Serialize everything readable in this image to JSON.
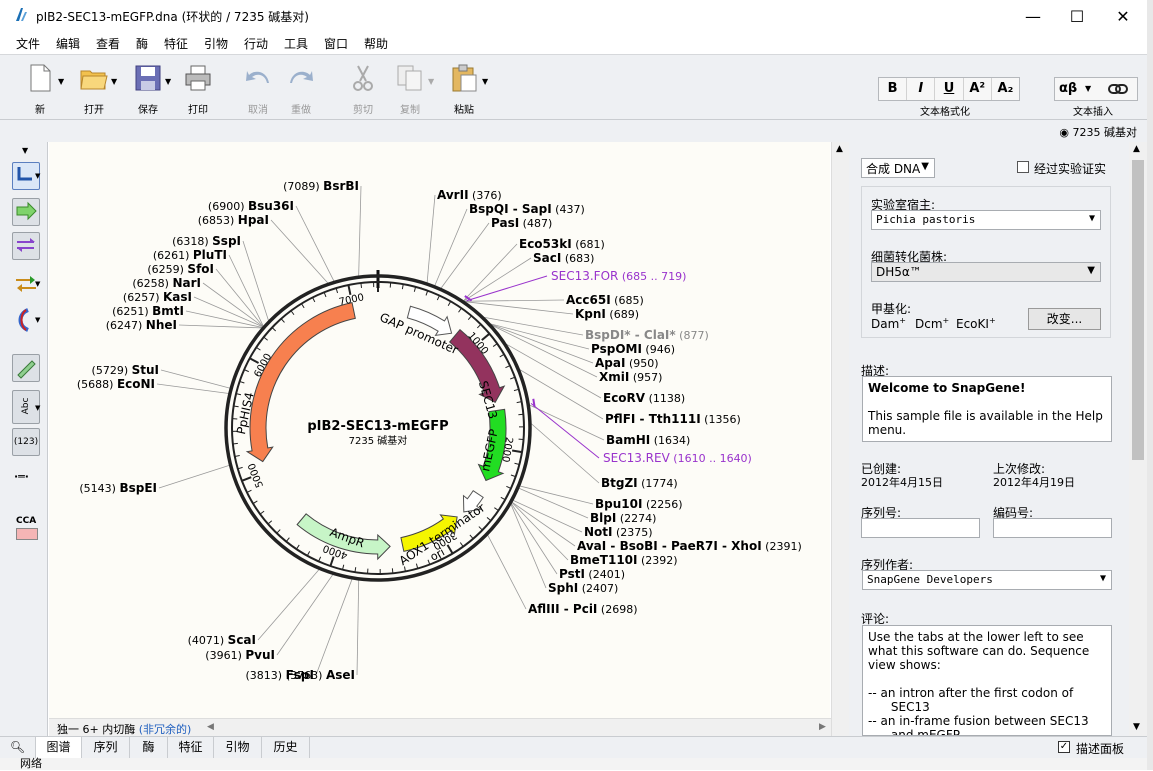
{
  "window": {
    "title": "pIB2-SEC13-mEGFP.dna  (环状的 / 7235 碱基对)",
    "minimize": "—",
    "maximize": "☐",
    "close": "✕"
  },
  "menu": [
    "文件",
    "编辑",
    "查看",
    "酶",
    "特征",
    "引物",
    "行动",
    "工具",
    "窗口",
    "帮助"
  ],
  "toolbar": {
    "new": "新",
    "open": "打开",
    "save": "保存",
    "print": "打印",
    "undo": "取消",
    "redo": "重做",
    "cut": "剪切",
    "copy": "复制",
    "paste": "粘贴",
    "format_buttons": [
      "B",
      "I",
      "U",
      "A²",
      "A₂"
    ],
    "format_label": "文本格式化",
    "symbol_button": "αβ",
    "symbol_label": "文本插入"
  },
  "info": {
    "bp": "7235 碱基对"
  },
  "left_tools": {
    "abc": "Abc",
    "count": "(123)",
    "cca": "CCA"
  },
  "map": {
    "name": "pIB2-SEC13-mEGFP",
    "length": "7235 碱基对",
    "ticks": [
      "1000",
      "2000",
      "3000",
      "4000",
      "5000",
      "6000",
      "7000"
    ],
    "features": {
      "gap": "GAP promoter",
      "sec13": "SEC13",
      "megfp": "mEGFP",
      "aox1": "AOX1 terminator",
      "ori": "ori",
      "ampr": "AmpR",
      "pphis4": "PpHIS4"
    },
    "sites": [
      {
        "name": "BsrBI",
        "pos": "(7089)",
        "side": "L"
      },
      {
        "name": "Bsu36I",
        "pos": "(6900)",
        "side": "L"
      },
      {
        "name": "HpaI",
        "pos": "(6853)",
        "side": "L"
      },
      {
        "name": "SspI",
        "pos": "(6318)",
        "side": "L"
      },
      {
        "name": "PluTI",
        "pos": "(6261)",
        "side": "L"
      },
      {
        "name": "SfoI",
        "pos": "(6259)",
        "side": "L"
      },
      {
        "name": "NarI",
        "pos": "(6258)",
        "side": "L"
      },
      {
        "name": "KasI",
        "pos": "(6257)",
        "side": "L"
      },
      {
        "name": "BmtI",
        "pos": "(6251)",
        "side": "L"
      },
      {
        "name": "NheI",
        "pos": "(6247)",
        "side": "L"
      },
      {
        "name": "StuI",
        "pos": "(5729)",
        "side": "L"
      },
      {
        "name": "EcoNI",
        "pos": "(5688)",
        "side": "L"
      },
      {
        "name": "BspEI",
        "pos": "(5143)",
        "side": "L"
      },
      {
        "name": "ScaI",
        "pos": "(4071)",
        "side": "L"
      },
      {
        "name": "PvuI",
        "pos": "(3961)",
        "side": "L"
      },
      {
        "name": "FspI",
        "pos": "(3813)",
        "side": "L"
      },
      {
        "name": "AseI",
        "pos": "(3763)",
        "side": "R"
      },
      {
        "name": "AvrII",
        "pos": "(376)",
        "side": "R"
      },
      {
        "name": "BspQI - SapI",
        "pos": "(437)",
        "side": "R"
      },
      {
        "name": "PasI",
        "pos": "(487)",
        "side": "R"
      },
      {
        "name": "Eco53kI",
        "pos": "(681)",
        "side": "R"
      },
      {
        "name": "SacI",
        "pos": "(683)",
        "side": "R"
      },
      {
        "name": "Acc65I",
        "pos": "(685)",
        "side": "R"
      },
      {
        "name": "KpnI",
        "pos": "(689)",
        "side": "R"
      },
      {
        "name": "BspDI* - ClaI*",
        "pos": "(877)",
        "side": "R"
      },
      {
        "name": "PspOMI",
        "pos": "(946)",
        "side": "R"
      },
      {
        "name": "ApaI",
        "pos": "(950)",
        "side": "R"
      },
      {
        "name": "XmiI",
        "pos": "(957)",
        "side": "R"
      },
      {
        "name": "EcoRV",
        "pos": "(1138)",
        "side": "R"
      },
      {
        "name": "PflFI - Tth111I",
        "pos": "(1356)",
        "side": "R"
      },
      {
        "name": "BamHI",
        "pos": "(1634)",
        "side": "R"
      },
      {
        "name": "BtgZI",
        "pos": "(1774)",
        "side": "R"
      },
      {
        "name": "Bpu10I",
        "pos": "(2256)",
        "side": "R"
      },
      {
        "name": "BlpI",
        "pos": "(2274)",
        "side": "R"
      },
      {
        "name": "NotI",
        "pos": "(2375)",
        "side": "R"
      },
      {
        "name": "AvaI - BsoBI - PaeR7I - XhoI",
        "pos": "(2391)",
        "side": "R"
      },
      {
        "name": "BmeT110I",
        "pos": "(2392)",
        "side": "R"
      },
      {
        "name": "PstI",
        "pos": "(2401)",
        "side": "R"
      },
      {
        "name": "SphI",
        "pos": "(2407)",
        "side": "R"
      },
      {
        "name": "AflIII - PciI",
        "pos": "(2698)",
        "side": "R"
      }
    ],
    "primers": [
      {
        "name": "SEC13.FOR",
        "range": "(685 .. 719)"
      },
      {
        "name": "SEC13.REV",
        "range": "(1610 .. 1640)"
      }
    ]
  },
  "hscroll_text": "独一 6+ 内切酶",
  "hscroll_link": "(非冗余的)",
  "panel": {
    "dna_type": "合成 DNA",
    "verified_label": "经过实验证实",
    "host_label": "实验室宿主:",
    "host_value": "Pichia pastoris",
    "strain_label": "细菌转化菌株:",
    "strain_value": "DH5α™",
    "methyl_label": "甲基化:",
    "methyl_dam": "Dam",
    "methyl_dcm": "Dcm",
    "methyl_ecoki": "EcoKI",
    "methyl_plus": "+",
    "change_button": "改变...",
    "desc_label": "描述:",
    "desc_title": "Welcome to SnapGene!",
    "desc_body": "This sample file is available in the Help menu.",
    "created_label": "已创建:",
    "created_value": "2012年4月15日",
    "modified_label": "上次修改:",
    "modified_value": "2012年4月19日",
    "serial_label": "序列号:",
    "code_label": "编码号:",
    "author_label": "序列作者:",
    "author_value": "SnapGene Developers",
    "comment_label": "评论:",
    "comment_lines": [
      "Use the tabs at the lower left to see",
      "what this software can do. Sequence",
      "view shows:",
      "",
      "-- an intron after the first codon of",
      "      SEC13",
      "-- an in-frame fusion between SEC13",
      "      and mEGFP"
    ]
  },
  "tabs": [
    "图谱",
    "序列",
    "酶",
    "特征",
    "引物",
    "历史"
  ],
  "panel_toggle": "描述面板",
  "status_fragment": "网络"
}
